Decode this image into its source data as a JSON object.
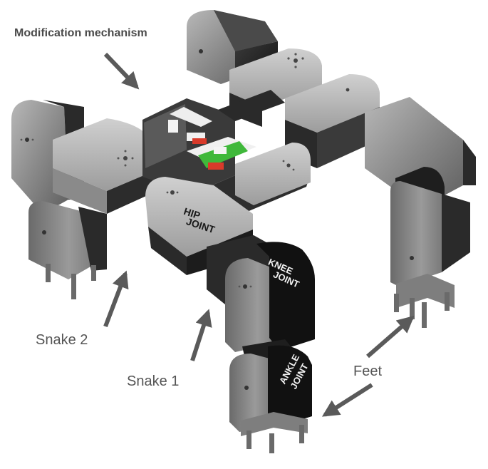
{
  "labels": {
    "modification": "Modification mechanism",
    "snake2": "Snake 2",
    "snake1": "Snake 1",
    "feet": "Feet"
  },
  "joints": {
    "hip_line1": "HIP",
    "hip_line2": "JOINT",
    "knee_line1": "KNEE",
    "knee_line2": "JOINT",
    "ankle_line1": "ANKLE",
    "ankle_line2": "JOINT"
  },
  "colors": {
    "background": "#ffffff",
    "arrow": "#5a5a5a",
    "label": "#555555",
    "servo_dark": "#1e1e1e",
    "bracket_metal": "#8c8c8c",
    "pcb_green": "#3fb83a",
    "connector_white": "#f4f4f4",
    "connector_red": "#d83a2a"
  }
}
